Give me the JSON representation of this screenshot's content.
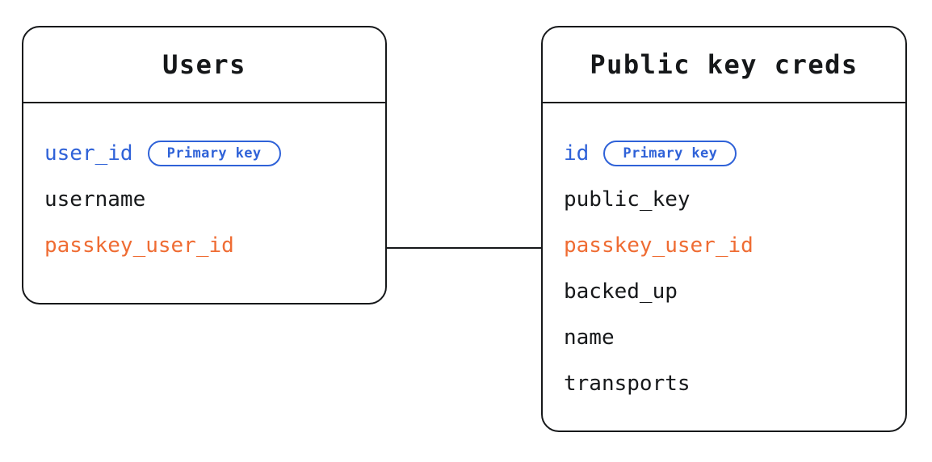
{
  "diagram": {
    "type": "entity-relationship-diagram",
    "badge_label": "Primary key",
    "colors": {
      "background": "#ffffff",
      "stroke": "#16181a",
      "primary_key": "#2f62d8",
      "foreign_key": "#ef6c33",
      "text": "#16181a"
    },
    "entities": [
      {
        "id": "users",
        "title": "Users",
        "attributes": [
          {
            "name": "user_id",
            "role": "key",
            "badge": "Primary key"
          },
          {
            "name": "username",
            "role": "plain",
            "badge": null
          },
          {
            "name": "passkey_user_id",
            "role": "fk",
            "badge": null
          }
        ]
      },
      {
        "id": "public-key-creds",
        "title": "Public key creds",
        "attributes": [
          {
            "name": "id",
            "role": "key",
            "badge": "Primary key"
          },
          {
            "name": "public_key",
            "role": "plain",
            "badge": null
          },
          {
            "name": "passkey_user_id",
            "role": "fk",
            "badge": null
          },
          {
            "name": "backed_up",
            "role": "plain",
            "badge": null
          },
          {
            "name": "name",
            "role": "plain",
            "badge": null
          },
          {
            "name": "transports",
            "role": "plain",
            "badge": null
          }
        ]
      }
    ],
    "relationships": [
      {
        "id": "users-to-public-key-creds",
        "from": "users.passkey_user_id",
        "to": "public-key-creds.passkey_user_id",
        "style": "solid-line"
      }
    ]
  }
}
